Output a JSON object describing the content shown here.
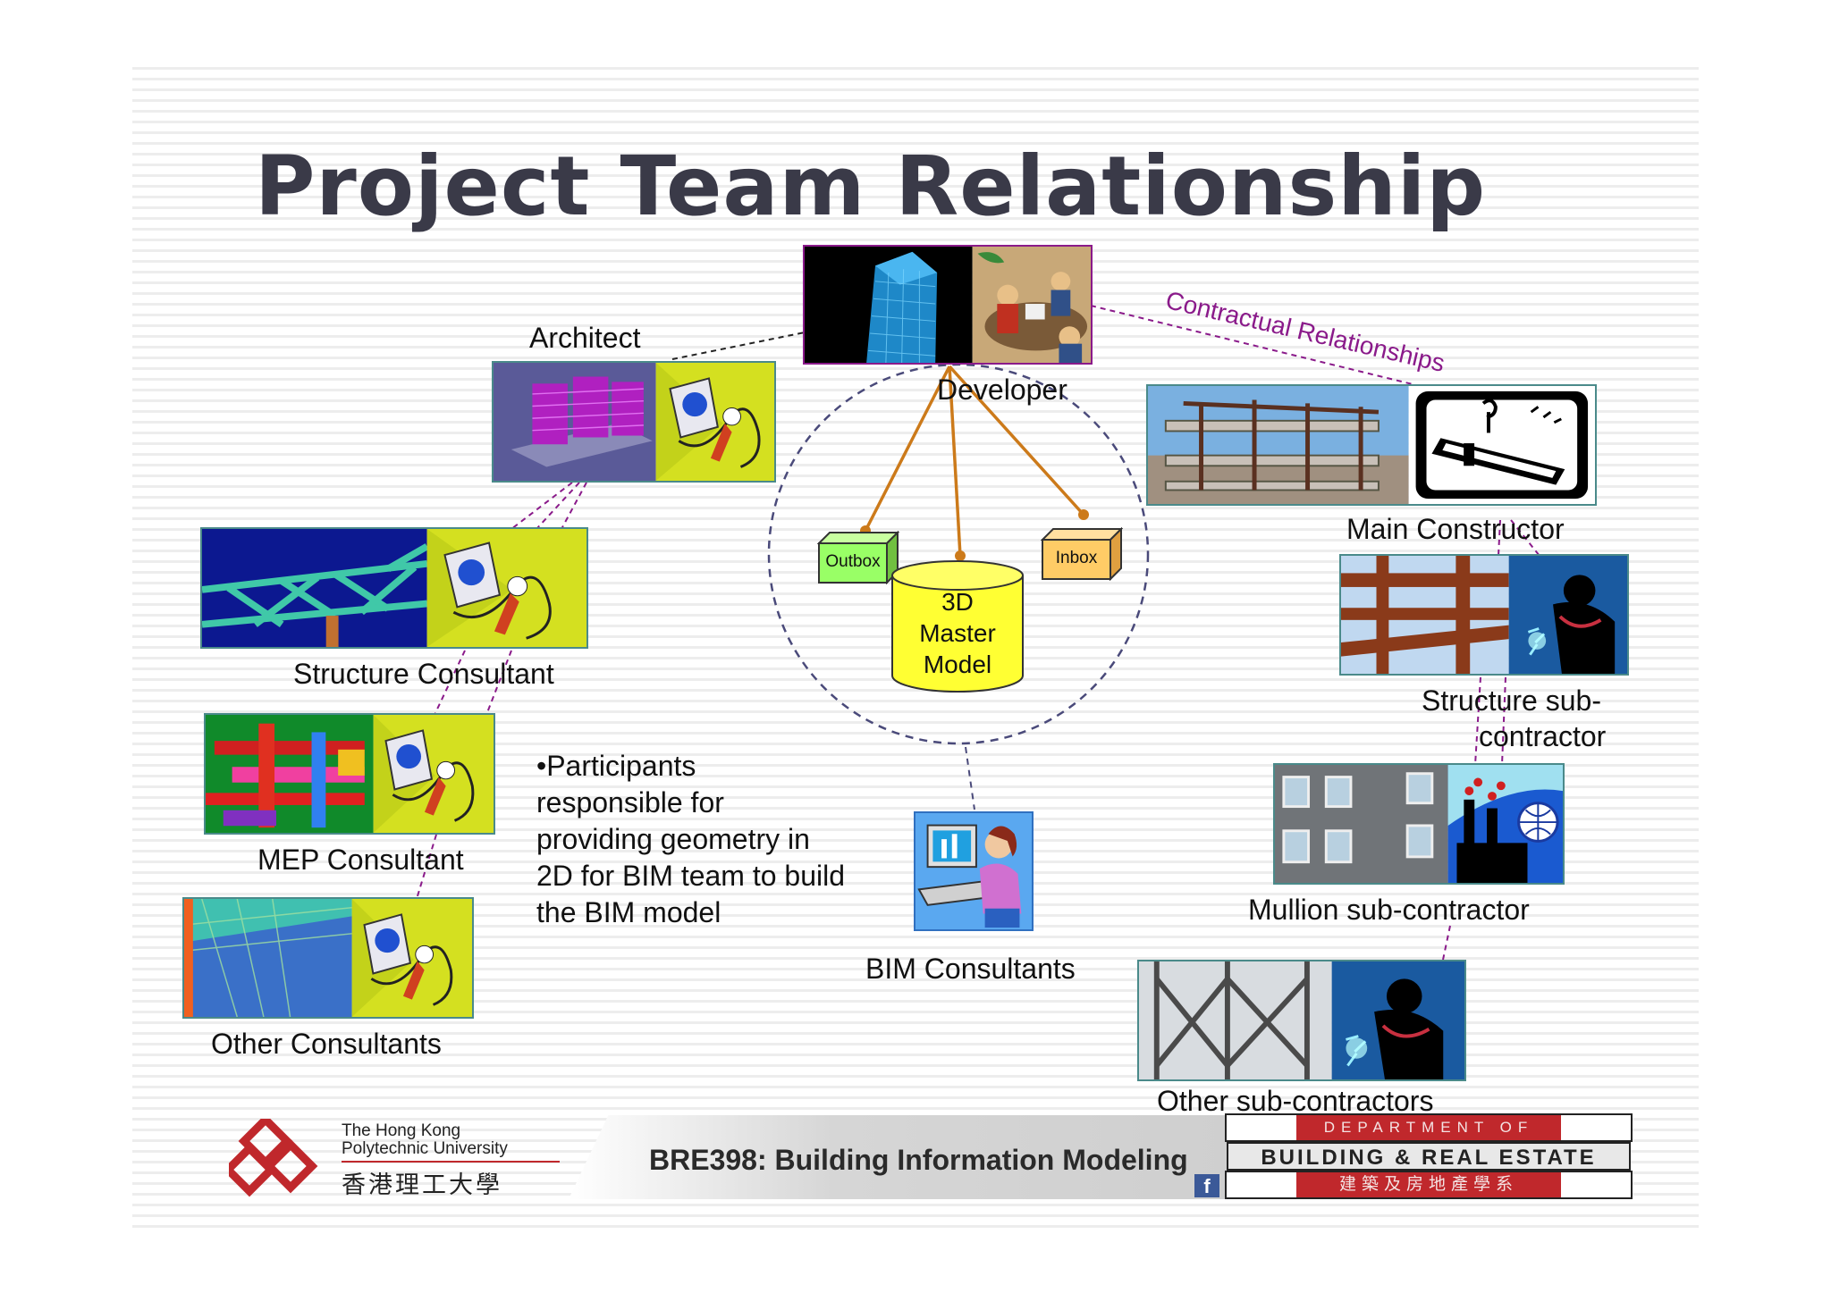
{
  "slide": {
    "title": "Project Team Relationship",
    "contract_label": "Contractual Relationships",
    "bullet_lines": [
      "•Participants",
      "responsible for",
      "providing geometry in",
      "2D for BIM team to build",
      "the BIM model"
    ],
    "center": {
      "model_lines": [
        "3D",
        "Master",
        "Model"
      ],
      "outbox": "Outbox",
      "inbox": "Inbox"
    },
    "labels": {
      "developer": "Developer",
      "architect": "Architect",
      "structure_consultant": "Structure Consultant",
      "mep_consultant": "MEP Consultant",
      "other_consultants": "Other Consultants",
      "bim_consultants": "BIM Consultants",
      "main_constructor": "Main Constructor",
      "structure_sub_1": "Structure sub-",
      "structure_sub_2": "contractor",
      "mullion_sub": "Mullion sub-contractor",
      "other_subs": "Other sub-contractors"
    }
  },
  "footer": {
    "university_line1": "The Hong Kong",
    "university_line2": "Polytechnic University",
    "university_cn": "香港理工大學",
    "course": "BRE398: Building Information Modeling",
    "dept_line1": "DEPARTMENT OF",
    "dept_line2": "BUILDING & REAL ESTATE",
    "dept_line3": "建築及房地產學系",
    "social": "f"
  },
  "colors": {
    "title": "#3a3a48",
    "contract": "#8a1a8a",
    "model_fill": "#ffff33",
    "outbox_fill": "#99ff66",
    "inbox_fill": "#ffcc66",
    "link_solid": "#cc7a1a",
    "link_dashed_purple": "#8a1a8a",
    "ring": "#4a4a7a",
    "polyu_red": "#c0282c"
  }
}
